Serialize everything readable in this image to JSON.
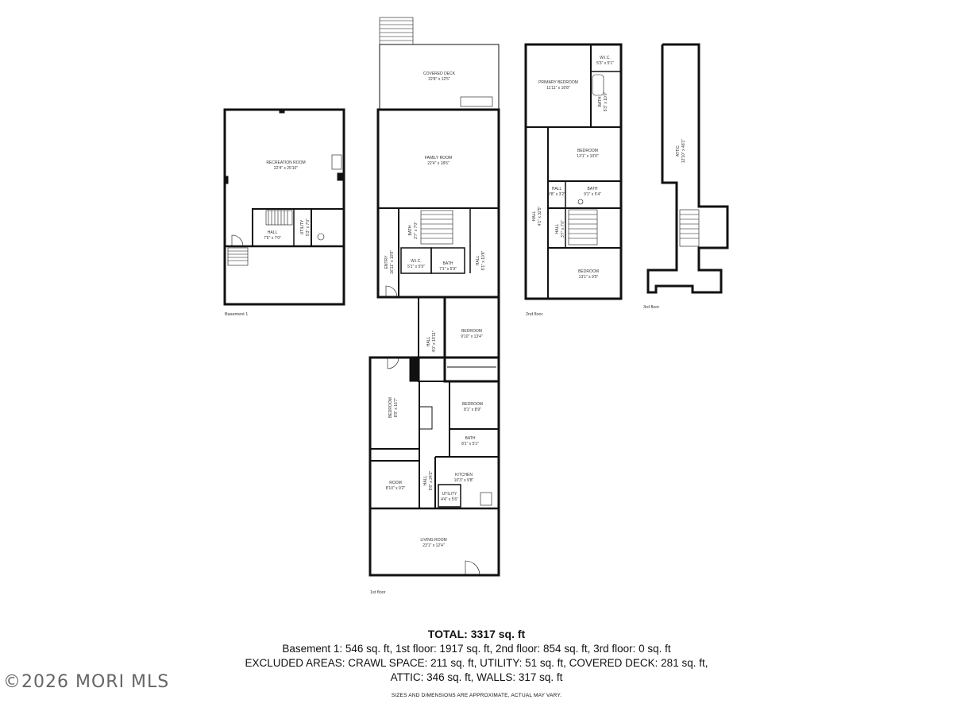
{
  "floors": {
    "basement": {
      "label": "Basement 1",
      "rooms": [
        {
          "name": "RECREATION ROOM",
          "dims": "22'4\" x 25'10\""
        },
        {
          "name": "HALL",
          "dims": "7'5\" x 7'0\""
        },
        {
          "name": "UTILITY",
          "dims": "5'3\" x 7'0\""
        }
      ]
    },
    "first": {
      "label": "1st floor",
      "rooms": [
        {
          "name": "COVERED DECK",
          "dims": "22'8\" x 12'5\""
        },
        {
          "name": "FAMILY ROOM",
          "dims": "22'4\" x 18'6\""
        },
        {
          "name": "BATH",
          "dims": "3'7\" x 7'0\""
        },
        {
          "name": "HALL",
          "dims": "5'1\" x 10'8\""
        },
        {
          "name": "ENTRY",
          "dims": "16'11\" x 10'8\""
        },
        {
          "name": "W.I.C.",
          "dims": "5'1\" x 5'9\""
        },
        {
          "name": "BATH",
          "dims": "7'1\" x 5'9\""
        },
        {
          "name": "HALL",
          "dims": "4'0\" x 15'11\""
        },
        {
          "name": "BEDROOM",
          "dims": "9'10\" x 13'4\""
        },
        {
          "name": "BEDROOM",
          "dims": "8'9\" x 16'7\""
        },
        {
          "name": "BEDROOM",
          "dims": "8'1\" x 8'9\""
        },
        {
          "name": "BATH",
          "dims": "8'1\" x 5'1\""
        },
        {
          "name": "HALL",
          "dims": "5'6\" x 24'2\""
        },
        {
          "name": "ROOM",
          "dims": "8'10\" x 9'2\""
        },
        {
          "name": "KITCHEN",
          "dims": "10'3\" x 9'8\""
        },
        {
          "name": "UTILITY",
          "dims": "4'4\" x 5'6\""
        },
        {
          "name": "LIVING ROOM",
          "dims": "23'1\" x 12'4\""
        }
      ]
    },
    "second": {
      "label": "2nd floor",
      "rooms": [
        {
          "name": "PRIMARY BEDROOM",
          "dims": "11'11\" x 16'8\""
        },
        {
          "name": "W.I.C.",
          "dims": "5'3\" x 5'1\""
        },
        {
          "name": "BATH",
          "dims": "5'3\" x 10'0\""
        },
        {
          "name": "BEDROOM",
          "dims": "13'1\" x 10'0\""
        },
        {
          "name": "HALL",
          "dims": "3'8\" x 3'2\""
        },
        {
          "name": "BATH",
          "dims": "9'1\" x 5'4\""
        },
        {
          "name": "HALL",
          "dims": "4'1\" x 32'5\""
        },
        {
          "name": "HALL",
          "dims": "3'7\" x 7'0\""
        },
        {
          "name": "BEDROOM",
          "dims": "13'1\" x 9'5\""
        }
      ]
    },
    "third": {
      "label": "3rd floor",
      "rooms": [
        {
          "name": "ATTIC",
          "dims": "12'10\" x 48'1\""
        }
      ]
    }
  },
  "summary": {
    "total": "TOTAL: 3317 sq. ft",
    "line1": "Basement 1: 546 sq. ft, 1st floor: 1917 sq. ft, 2nd floor: 854 sq. ft, 3rd floor: 0 sq. ft",
    "line2": "EXCLUDED AREAS: CRAWL SPACE: 211 sq. ft, UTILITY: 51 sq. ft, COVERED DECK: 281 sq. ft,",
    "line3": "ATTIC: 346 sq. ft, WALLS: 317 sq. ft",
    "disclaimer": "SIZES AND DIMENSIONS ARE APPROXIMATE, ACTUAL MAY VARY."
  },
  "watermark": "©2026 MORI MLS"
}
